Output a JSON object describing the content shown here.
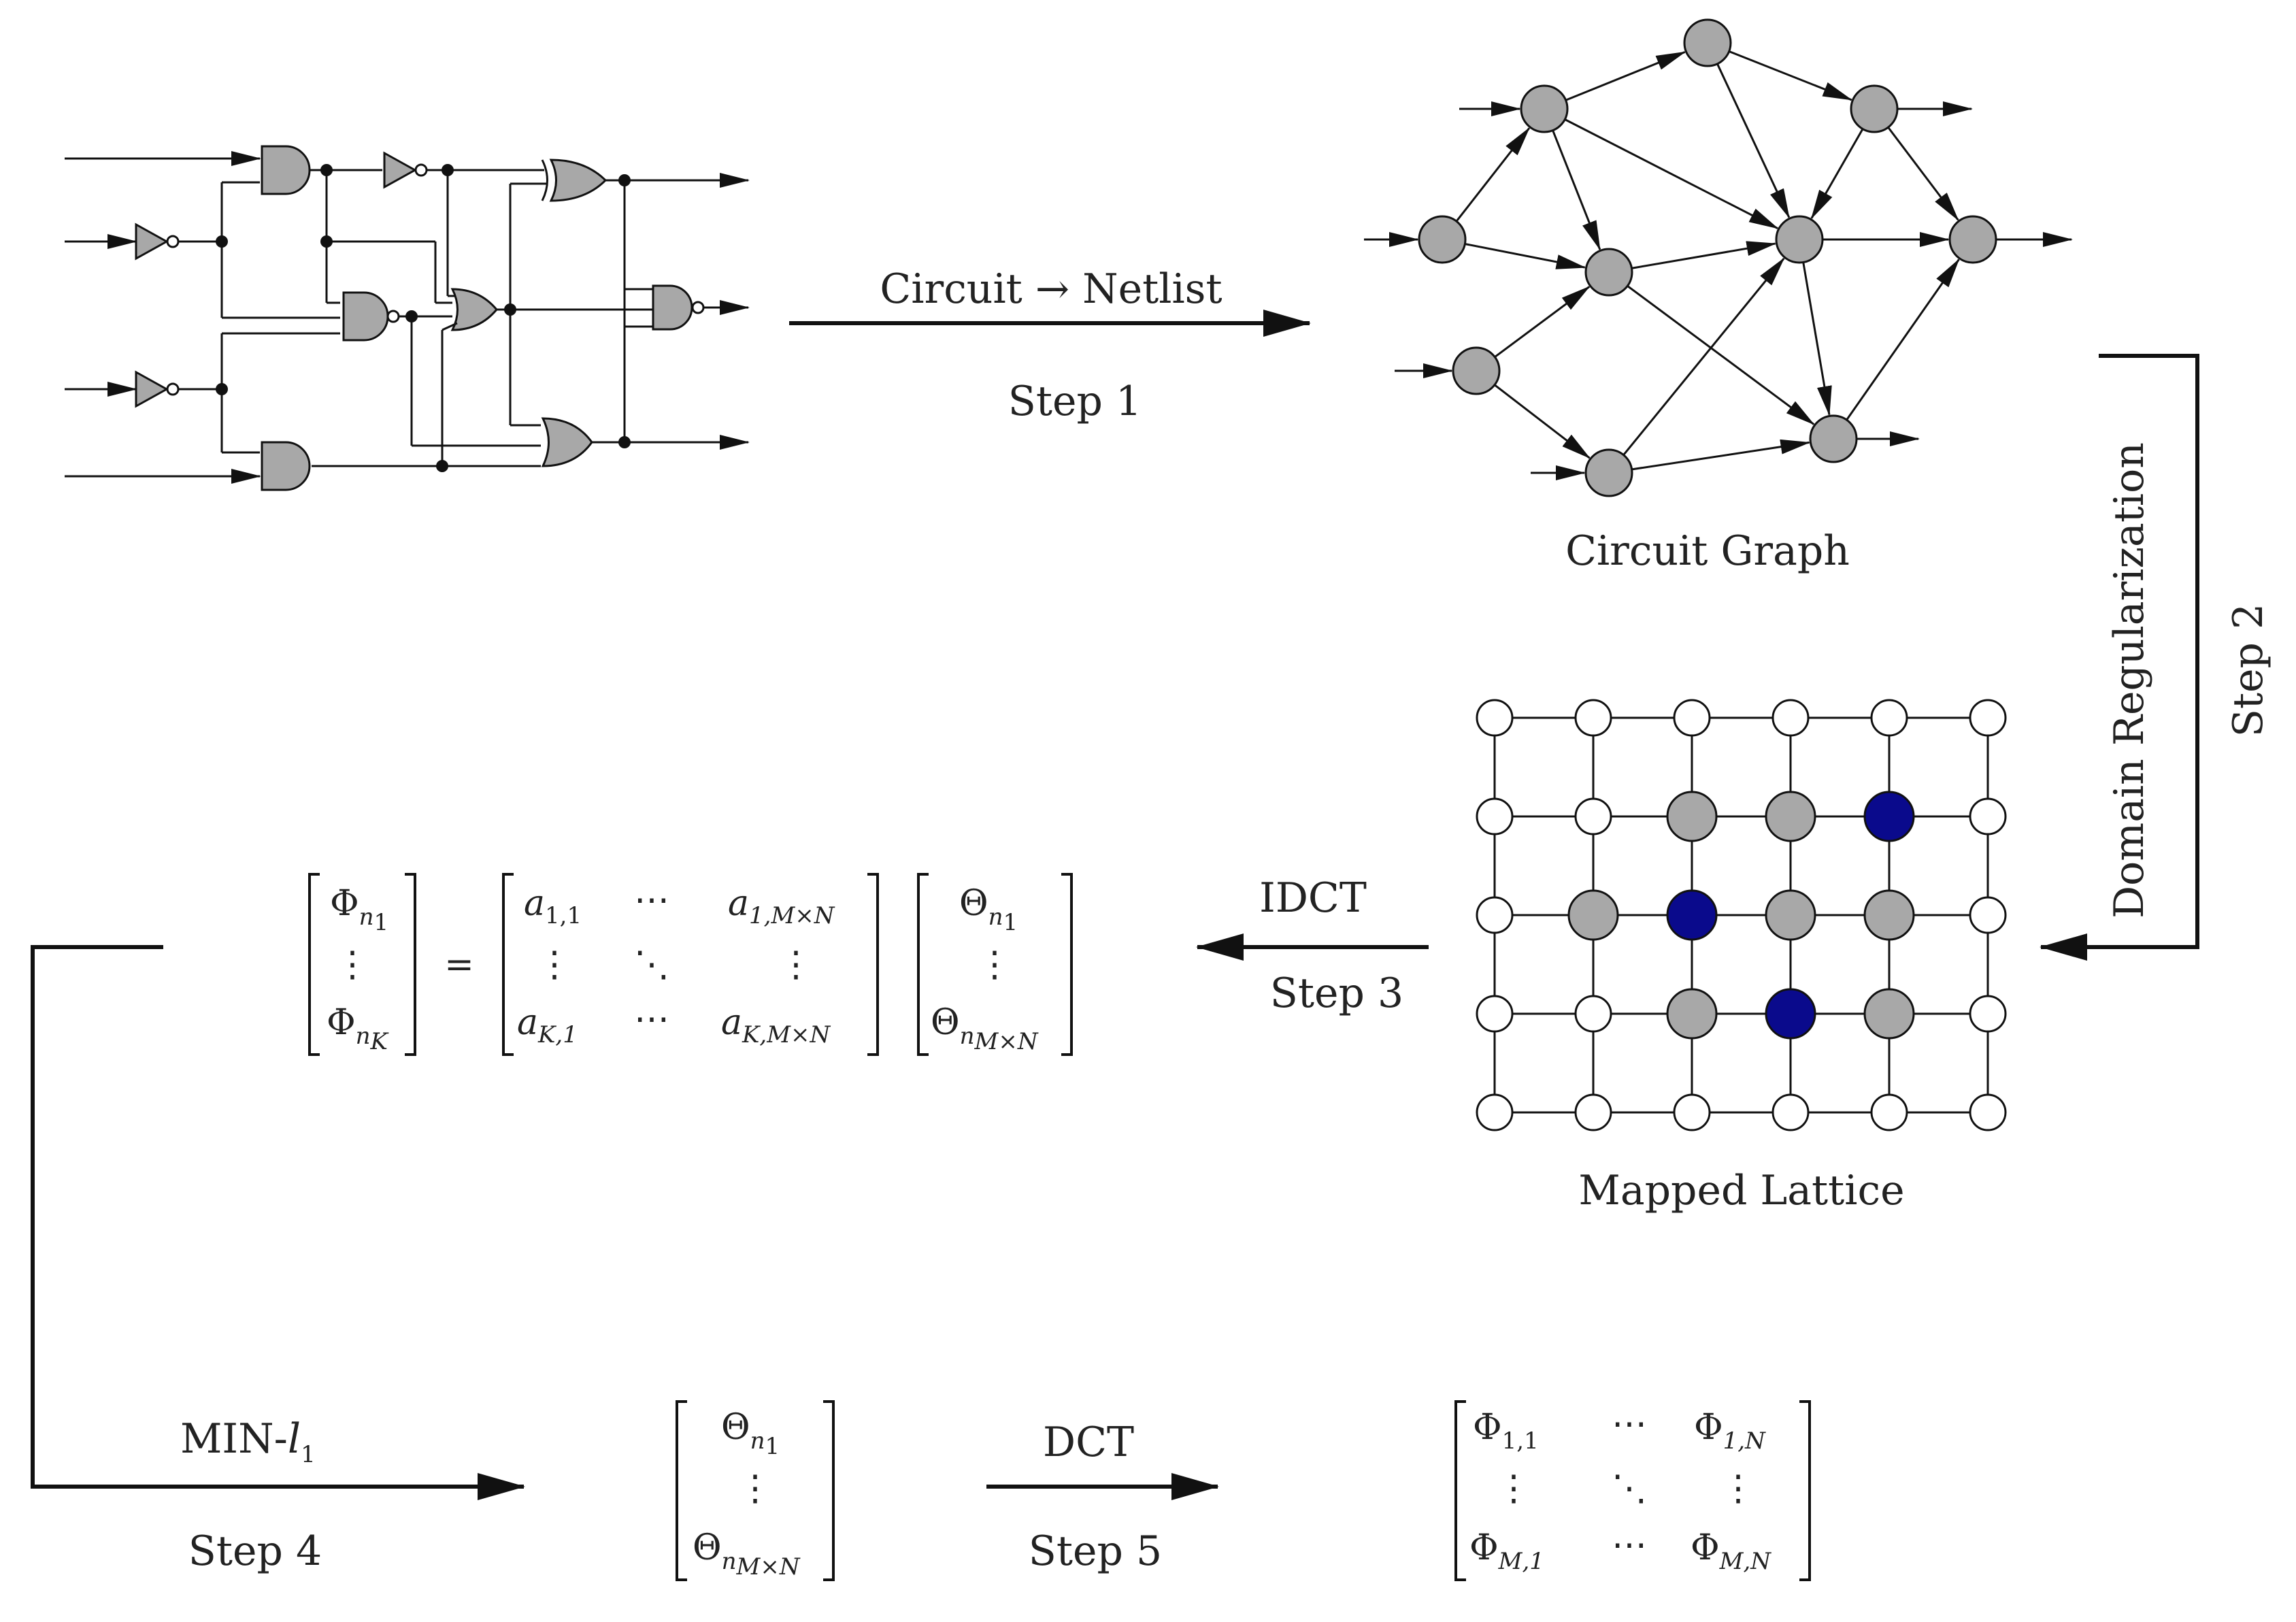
{
  "colors": {
    "gray_node": "#a8a8a8",
    "blue_node": "#0a0a8c",
    "white_node": "#ffffff",
    "ink": "#111111"
  },
  "labels": {
    "step1_arrow": "Circuit → Netlist",
    "step1": "Step 1",
    "circuit_graph": "Circuit Graph",
    "domain_reg": "Domain Regularization",
    "step2": "Step 2",
    "idct": "IDCT",
    "step3": "Step 3",
    "mapped_lattice": "Mapped Lattice",
    "min_l1": "MIN-",
    "min_l1_var": "l",
    "min_l1_sub": "1",
    "step4": "Step 4",
    "dct": "DCT",
    "step5": "Step 5"
  },
  "lattice": {
    "rows": 5,
    "cols": 6,
    "grid": [
      [
        "w",
        "w",
        "w",
        "w",
        "w",
        "w"
      ],
      [
        "w",
        "w",
        "g",
        "g",
        "b",
        "w"
      ],
      [
        "w",
        "g",
        "b",
        "g",
        "g",
        "w"
      ],
      [
        "w",
        "w",
        "g",
        "b",
        "g",
        "w"
      ],
      [
        "w",
        "w",
        "w",
        "w",
        "w",
        "w"
      ]
    ]
  },
  "equation": {
    "phi": "Φ",
    "theta": "Θ",
    "a": "a",
    "sub_n1": "n",
    "sub_n1_idx": "1",
    "sub_nK": "n",
    "sub_nK_idx": "K",
    "sub_nMN": "n",
    "sub_nMN_idx": "M×N",
    "a11": "1,1",
    "a1MN": "1,M×N",
    "aK1": "K,1",
    "aKMN": "K,M×N",
    "equals": "=",
    "hdots": "⋯",
    "vdots": "⋮",
    "ddots": "⋱"
  },
  "phi_matrix": {
    "p11": "1,1",
    "p1N": "1,N",
    "pM1": "M,1",
    "pMN": "M,N"
  }
}
